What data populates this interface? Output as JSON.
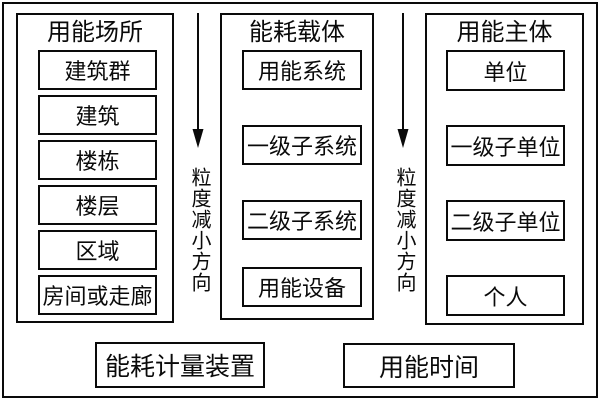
{
  "diagram": {
    "columns": [
      {
        "id": "places",
        "header": "用能场所",
        "items": [
          "建筑群",
          "建筑",
          "楼栋",
          "楼层",
          "区域",
          "房间或走廊"
        ]
      },
      {
        "id": "carriers",
        "header": "能耗载体",
        "items": [
          "用能系统",
          "一级子系统",
          "二级子系统",
          "用能设备"
        ]
      },
      {
        "id": "subjects",
        "header": "用能主体",
        "items": [
          "单位",
          "一级子单位",
          "二级子单位",
          "个人"
        ]
      }
    ],
    "arrows": [
      {
        "label": "粒度减小方向",
        "direction": "down"
      },
      {
        "label": "粒度减小方向",
        "direction": "down"
      }
    ],
    "bottom_boxes": [
      {
        "label": "能耗计量装置"
      },
      {
        "label": "用能时间"
      }
    ],
    "colors": {
      "background": "#ffffff",
      "line": "#0a0a0a",
      "text": "#0a0a0a"
    }
  }
}
